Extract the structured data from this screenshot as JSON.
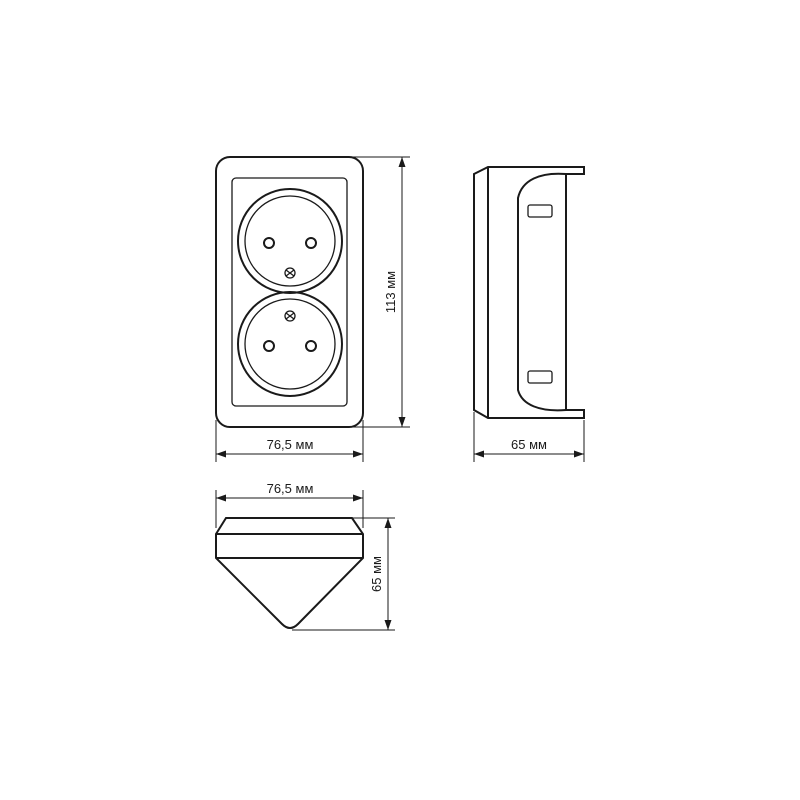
{
  "dimensions": {
    "front_width": "76,5 мм",
    "front_height": "113 мм",
    "side_depth": "65 мм",
    "bottom_width": "76,5 мм",
    "bottom_depth": "65 мм"
  },
  "colors": {
    "line": "#1a1a1a",
    "background": "#ffffff"
  }
}
